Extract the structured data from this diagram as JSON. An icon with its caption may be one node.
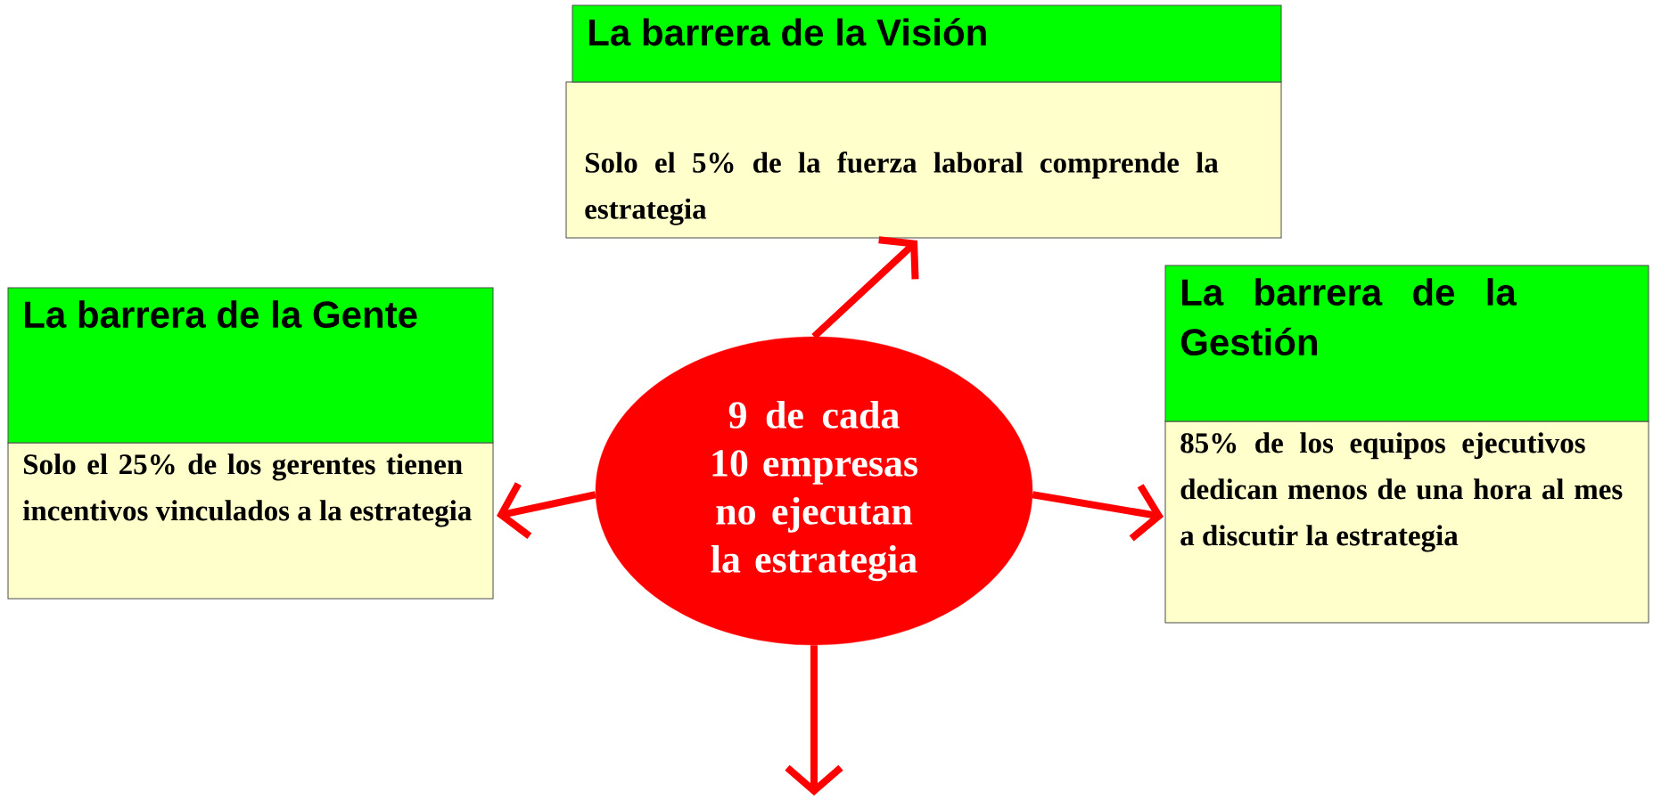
{
  "diagram": {
    "nodes": [
      {
        "text": [
          "9 de cada 10 empresas no ejecutan la estrategia"
        ]
      },
      {
        "text": [
          "La barrera de la Visión",
          "Solo el 5% de la fuerza laboral comprende la estrategia"
        ]
      },
      {
        "text": [
          "La barrera de la Gente",
          "Solo el 25% de los gerentes tienen incentivos vinculados a la estrategia"
        ]
      },
      {
        "text": [
          "La barrera de la Gestión",
          "85% de los equipos ejecutivos dedican menos de una hora al mes a discutir la estrategia"
        ]
      }
    ],
    "edges": [
      {
        "from": 0,
        "to": 1,
        "arrow": "to"
      },
      {
        "from": 0,
        "to": 2,
        "arrow": "to"
      },
      {
        "from": 0,
        "to": 3,
        "arrow": "to"
      },
      {
        "from": 0,
        "to": null,
        "arrow": "to"
      }
    ]
  }
}
